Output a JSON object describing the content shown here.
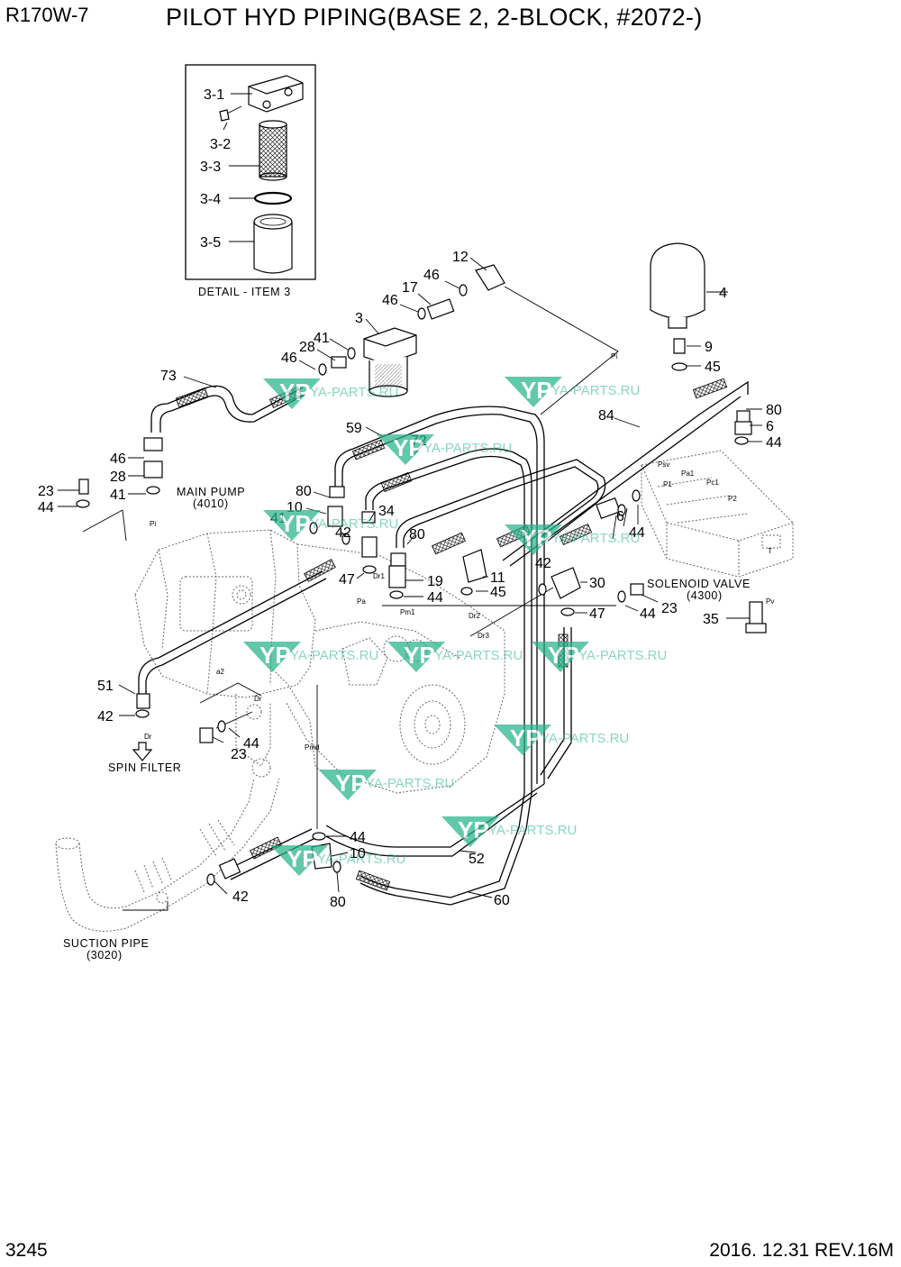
{
  "header": {
    "model": "R170W-7",
    "title": "PILOT HYD PIPING(BASE 2, 2-BLOCK, #2072-)"
  },
  "footer": {
    "page_number": "3245",
    "revision": "2016. 12.31  REV.16M"
  },
  "captions": {
    "detail": "DETAIL - ITEM 3",
    "main_pump": "MAIN PUMP",
    "main_pump_ref": "(4010)",
    "solenoid_valve": "SOLENOID VALVE",
    "solenoid_valve_ref": "(4300)",
    "spin_filter": "SPIN FILTER",
    "suction_pipe": "SUCTION PIPE",
    "suction_pipe_ref": "(3020)"
  },
  "watermark": {
    "text": "YA-PARTS.RU",
    "logo_letters": "YP",
    "color": "#26b38a"
  },
  "callouts": [
    "3-1",
    "3-2",
    "3-3",
    "3-4",
    "3-5",
    "12",
    "46",
    "17",
    "46",
    "3",
    "41",
    "28",
    "46",
    "4",
    "9",
    "45",
    "73",
    "80",
    "6",
    "44",
    "84",
    "59",
    "72",
    "46",
    "28",
    "41",
    "23",
    "44",
    "80",
    "10",
    "34",
    "41",
    "42",
    "80",
    "6",
    "44",
    "47",
    "19",
    "11",
    "45",
    "44",
    "42",
    "30",
    "47",
    "44",
    "23",
    "35",
    "51",
    "42",
    "23",
    "44",
    "44",
    "10",
    "80",
    "52",
    "60",
    "42"
  ],
  "port_marks": [
    "Pi",
    "Pi",
    "Dr1",
    "Pa",
    "Pm1",
    "Dr2",
    "Dr3",
    "Psv",
    "Pa1",
    "Pc1",
    "P2",
    "P1",
    "Dr",
    "Pmd",
    "a2",
    "Dr",
    "T",
    "Pv"
  ]
}
